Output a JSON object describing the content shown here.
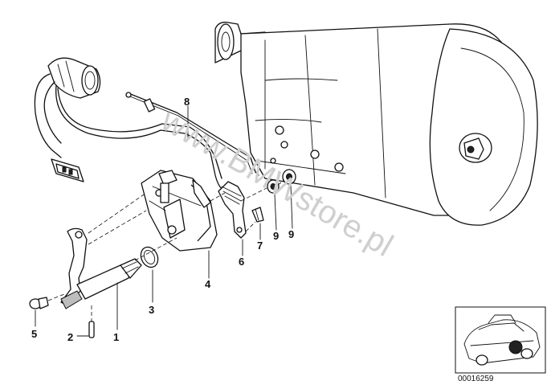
{
  "watermark": "www.BMWstore.pl",
  "reference_number": "00016259",
  "callouts": [
    {
      "id": "c1",
      "label": "1"
    },
    {
      "id": "c2",
      "label": "2"
    },
    {
      "id": "c3",
      "label": "3"
    },
    {
      "id": "c4",
      "label": "4"
    },
    {
      "id": "c5",
      "label": "5"
    },
    {
      "id": "c6",
      "label": "6"
    },
    {
      "id": "c7",
      "label": "7"
    },
    {
      "id": "c8",
      "label": "8"
    },
    {
      "id": "c9a",
      "label": "9"
    },
    {
      "id": "c9b",
      "label": "9"
    }
  ]
}
